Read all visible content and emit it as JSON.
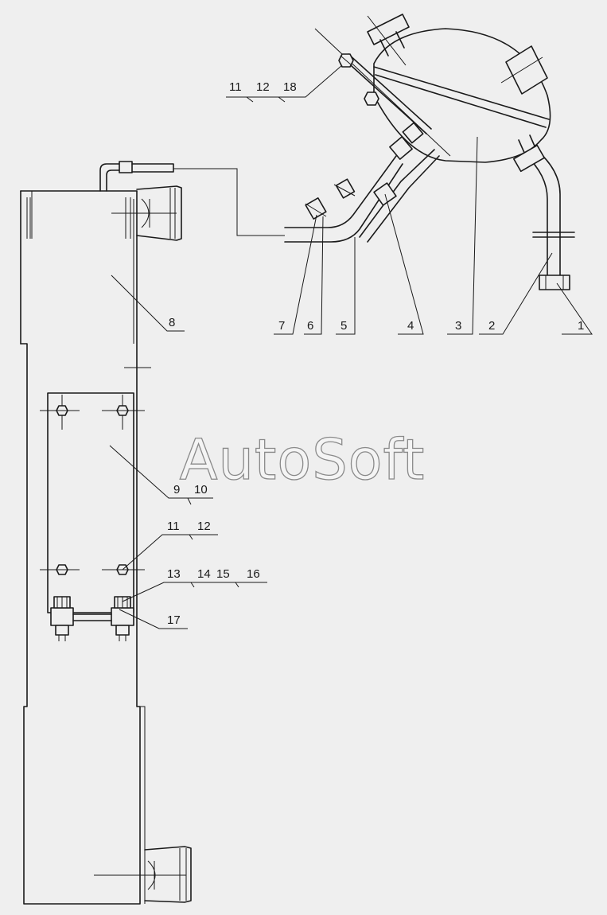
{
  "watermark": "AutoSoft",
  "callouts": [
    {
      "id": "c1",
      "text": "1"
    },
    {
      "id": "c2",
      "text": "2"
    },
    {
      "id": "c3",
      "text": "3"
    },
    {
      "id": "c4",
      "text": "4"
    },
    {
      "id": "c5",
      "text": "5"
    },
    {
      "id": "c6",
      "text": "6"
    },
    {
      "id": "c7",
      "text": "7"
    },
    {
      "id": "c8",
      "text": "8"
    },
    {
      "id": "c9",
      "text": "9"
    },
    {
      "id": "c10",
      "text": "10"
    },
    {
      "id": "c11a",
      "text": "11"
    },
    {
      "id": "c12a",
      "text": "12"
    },
    {
      "id": "c18",
      "text": "18"
    },
    {
      "id": "c11b",
      "text": "11"
    },
    {
      "id": "c12b",
      "text": "12"
    },
    {
      "id": "c13",
      "text": "13"
    },
    {
      "id": "c14",
      "text": "14"
    },
    {
      "id": "c15",
      "text": "15"
    },
    {
      "id": "c16",
      "text": "16"
    },
    {
      "id": "c17",
      "text": "17"
    }
  ]
}
